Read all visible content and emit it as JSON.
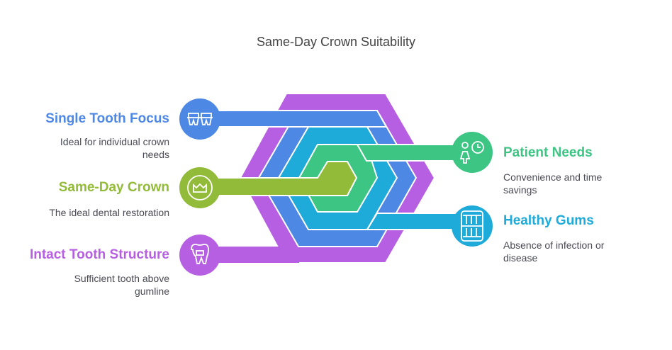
{
  "title": "Same-Day Crown Suitability",
  "colors": {
    "purple": "#B65FE3",
    "blue": "#4E88E5",
    "cyan": "#1FABD9",
    "green": "#3DC584",
    "olive": "#93BB3A"
  },
  "items": [
    {
      "label": "Single Tooth Focus",
      "desc_lines": [
        "Ideal for individual crown",
        "needs"
      ],
      "icon": "braces-teeth-icon",
      "color": "#4E88E5"
    },
    {
      "label": "Same-Day Crown",
      "desc_lines": [
        "The ideal dental restoration"
      ],
      "icon": "crown-icon",
      "color": "#93BB3A"
    },
    {
      "label": "Intact Tooth Structure",
      "desc_lines": [
        "Sufficient tooth above",
        "gumline"
      ],
      "icon": "tooth-crown-icon",
      "color": "#B65FE3"
    },
    {
      "label": "Patient Needs",
      "desc_lines": [
        "Convenience and time",
        "savings"
      ],
      "icon": "patient-clock-icon",
      "color": "#3DC584"
    },
    {
      "label": "Healthy Gums",
      "desc_lines": [
        "Absence of infection or",
        "disease"
      ],
      "icon": "teeth-gums-icon",
      "color": "#1FABD9"
    }
  ]
}
